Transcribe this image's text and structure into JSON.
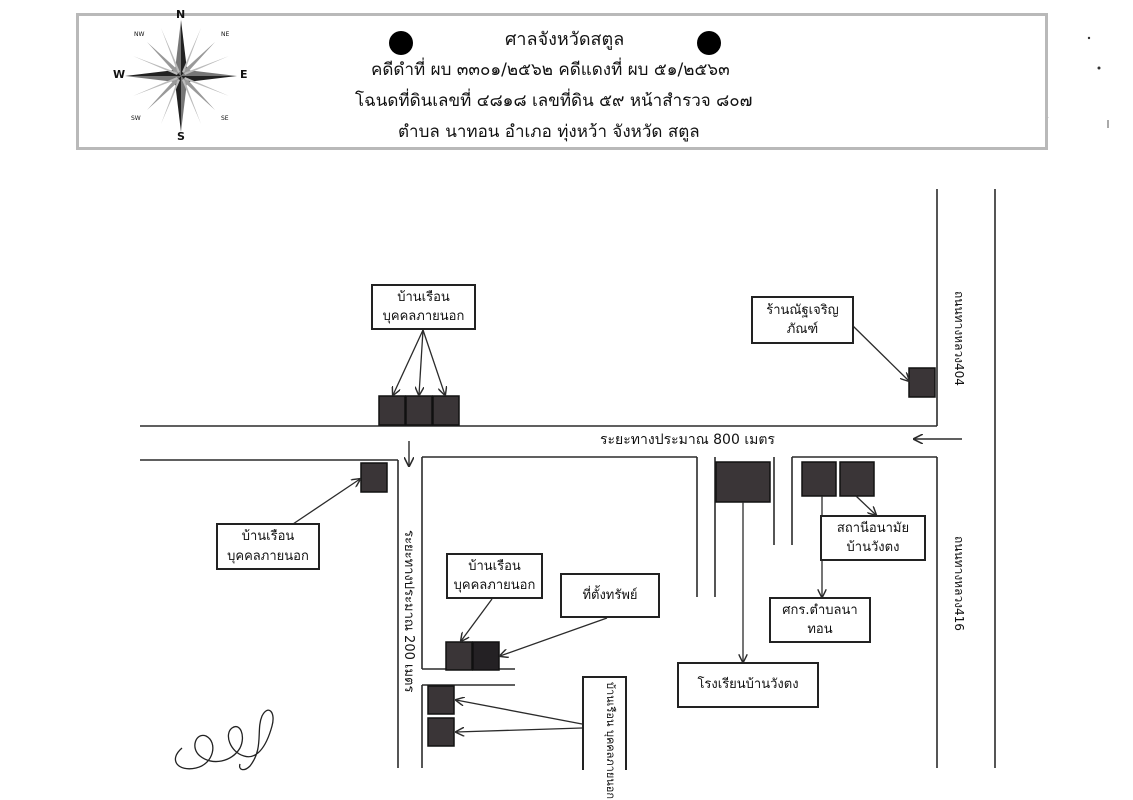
{
  "header": {
    "line1": "ศาลจังหวัดสตูล",
    "line2": "คดีดำที่ ผบ ๓๓๐๑/๒๕๖๒ คดีแดงที่ ผบ ๕๑/๒๕๖๓",
    "line3": "โฉนดที่ดินเลขที่  ๔๘๑๘  เลขที่ดิน ๕๙ หน้าสำรวจ ๘๐๗",
    "line4": "ตำบล  นาทอน   อำเภอ   ทุ่งหว้า  จังหวัด   สตูล"
  },
  "compass": {
    "n": "N",
    "s": "S",
    "e": "E",
    "w": "W",
    "ne": "NE",
    "nw": "NW",
    "se": "SE",
    "sw": "SW"
  },
  "roads": {
    "road404": "ถนนทางหลวง404",
    "road416": "ถนนทางหลวง416",
    "distance800": "ระยะทางประมาณ 800 เมตร",
    "distance200": "ระยะทางประมาณ 200 เมตร"
  },
  "labels": {
    "house_top": [
      "บ้านเรือน",
      "บุคคลภายนอก"
    ],
    "shop": [
      "ร้านณัฐเจริญ",
      "ภัณฑ์"
    ],
    "house_left": [
      "บ้านเรือน",
      "บุคคลภายนอก"
    ],
    "house_mid": [
      "บ้านเรือน",
      "บุคคลภายนอก"
    ],
    "property": "ที่ตั้งทรัพย์",
    "health_center": [
      "สถานีอนามัย",
      "บ้านวังตง"
    ],
    "child_center": [
      "ศกร.ตำบลนา",
      "ทอน"
    ],
    "school": "โรงเรียนบ้านวังตง",
    "house_bottom": "บ้านเรือน บุคคลภายนอก"
  },
  "colors": {
    "building": "#3a3537",
    "line": "#2b2b2b",
    "header_border": "#b9b9b9"
  }
}
